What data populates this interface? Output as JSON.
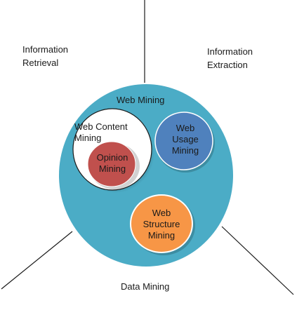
{
  "outer_labels": {
    "information_retrieval": [
      "Information",
      "Retrieval"
    ],
    "information_extraction": [
      "Information",
      "Extraction"
    ],
    "data_mining": "Data Mining"
  },
  "web_mining": {
    "label": "Web Mining",
    "color": "#4bacc6"
  },
  "web_content_mining": {
    "label": [
      "Web Content",
      "Mining"
    ],
    "color": "#ffffff"
  },
  "opinion_mining": {
    "label": [
      "Opinion",
      "Mining"
    ],
    "color": "#c0504d"
  },
  "web_usage_mining": {
    "label": [
      "Web",
      "Usage",
      "Mining"
    ],
    "color": "#4f81bd"
  },
  "web_structure_mining": {
    "label": [
      "Web",
      "Structure",
      "Mining"
    ],
    "color": "#f79646"
  }
}
